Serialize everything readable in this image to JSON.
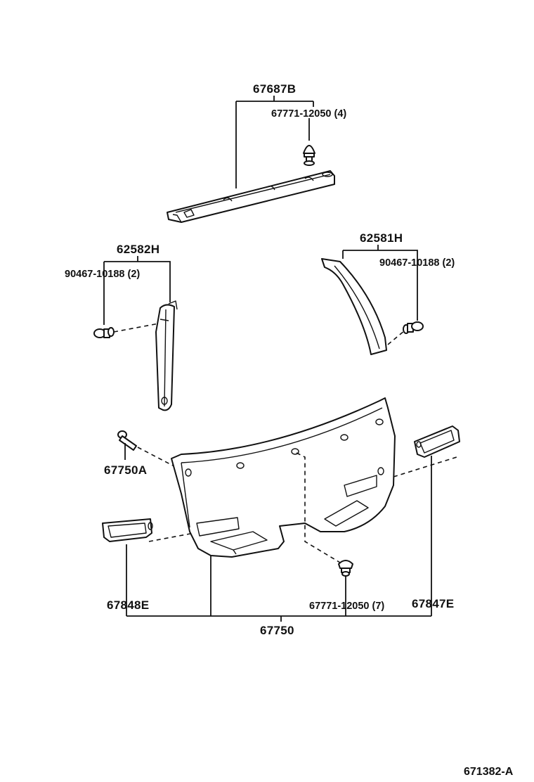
{
  "labels": {
    "p67687B": "67687B",
    "p67771_top": "67771-12050 (4)",
    "p62582H": "62582H",
    "p90467_left": "90467-10188 (2)",
    "p62581H": "62581H",
    "p90467_right": "90467-10188 (2)",
    "p67750A": "67750A",
    "p67848E": "67848E",
    "p67771_bottom": "67771-12050 (7)",
    "p67847E": "67847E",
    "p67750": "67750"
  },
  "diagram_code": "671382-A"
}
